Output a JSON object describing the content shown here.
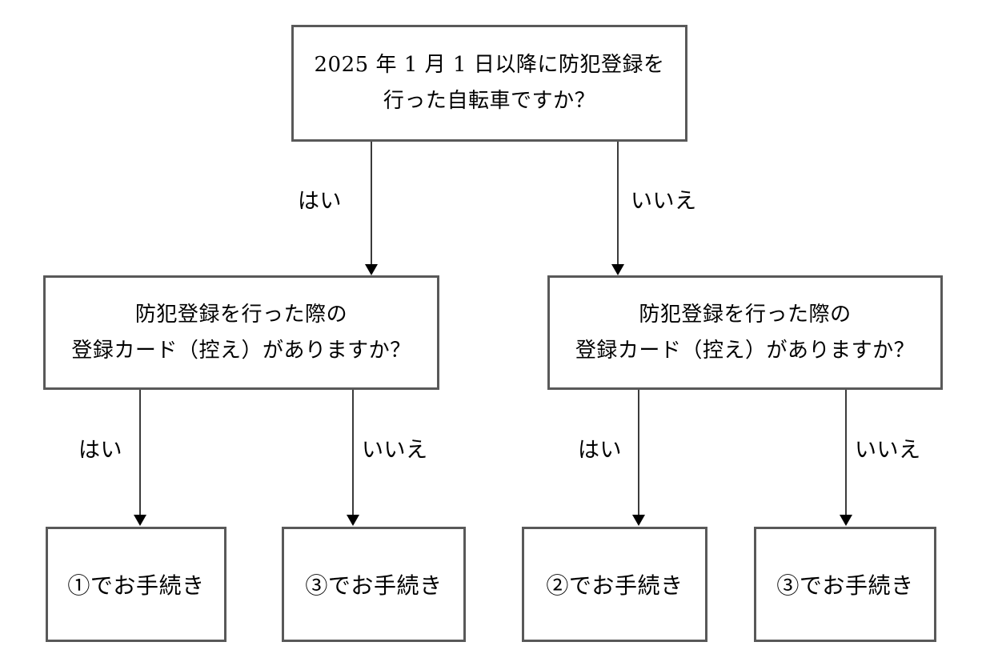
{
  "diagram": {
    "title_text": "",
    "colors": {
      "box_border": "#595959",
      "connector": "#3b3b3b",
      "arrow_head": "#000000",
      "text": "#000000",
      "background": "#ffffff"
    },
    "nodes": [
      {
        "id": "root-question",
        "type": "decision",
        "lines": [
          "2025 年 1 月 1 日以降に防犯登録を",
          "行った自転車ですか？"
        ]
      },
      {
        "id": "left-question",
        "type": "decision",
        "lines": [
          "防犯登録を行った際の",
          "登録カード（控え）がありますか？"
        ]
      },
      {
        "id": "right-question",
        "type": "decision",
        "lines": [
          "防犯登録を行った際の",
          "登録カード（控え）がありますか？"
        ]
      },
      {
        "id": "outcome-1",
        "type": "terminal",
        "lines": [
          "①でお手続き"
        ]
      },
      {
        "id": "outcome-2",
        "type": "terminal",
        "lines": [
          "③でお手続き"
        ]
      },
      {
        "id": "outcome-3",
        "type": "terminal",
        "lines": [
          "②でお手続き"
        ]
      },
      {
        "id": "outcome-4",
        "type": "terminal",
        "lines": [
          "③でお手続き"
        ]
      }
    ],
    "edges": [
      {
        "id": "root-yes",
        "label": "はい",
        "from": "root-question",
        "to": "left-question"
      },
      {
        "id": "root-no",
        "label": "いいえ",
        "from": "root-question",
        "to": "right-question"
      },
      {
        "id": "left-yes",
        "label": "はい",
        "from": "left-question",
        "to": "outcome-1"
      },
      {
        "id": "left-no",
        "label": "いいえ",
        "from": "left-question",
        "to": "outcome-2"
      },
      {
        "id": "right-yes",
        "label": "はい",
        "from": "right-question",
        "to": "outcome-3"
      },
      {
        "id": "right-no",
        "label": "いいえ",
        "from": "right-question",
        "to": "outcome-4"
      }
    ]
  }
}
